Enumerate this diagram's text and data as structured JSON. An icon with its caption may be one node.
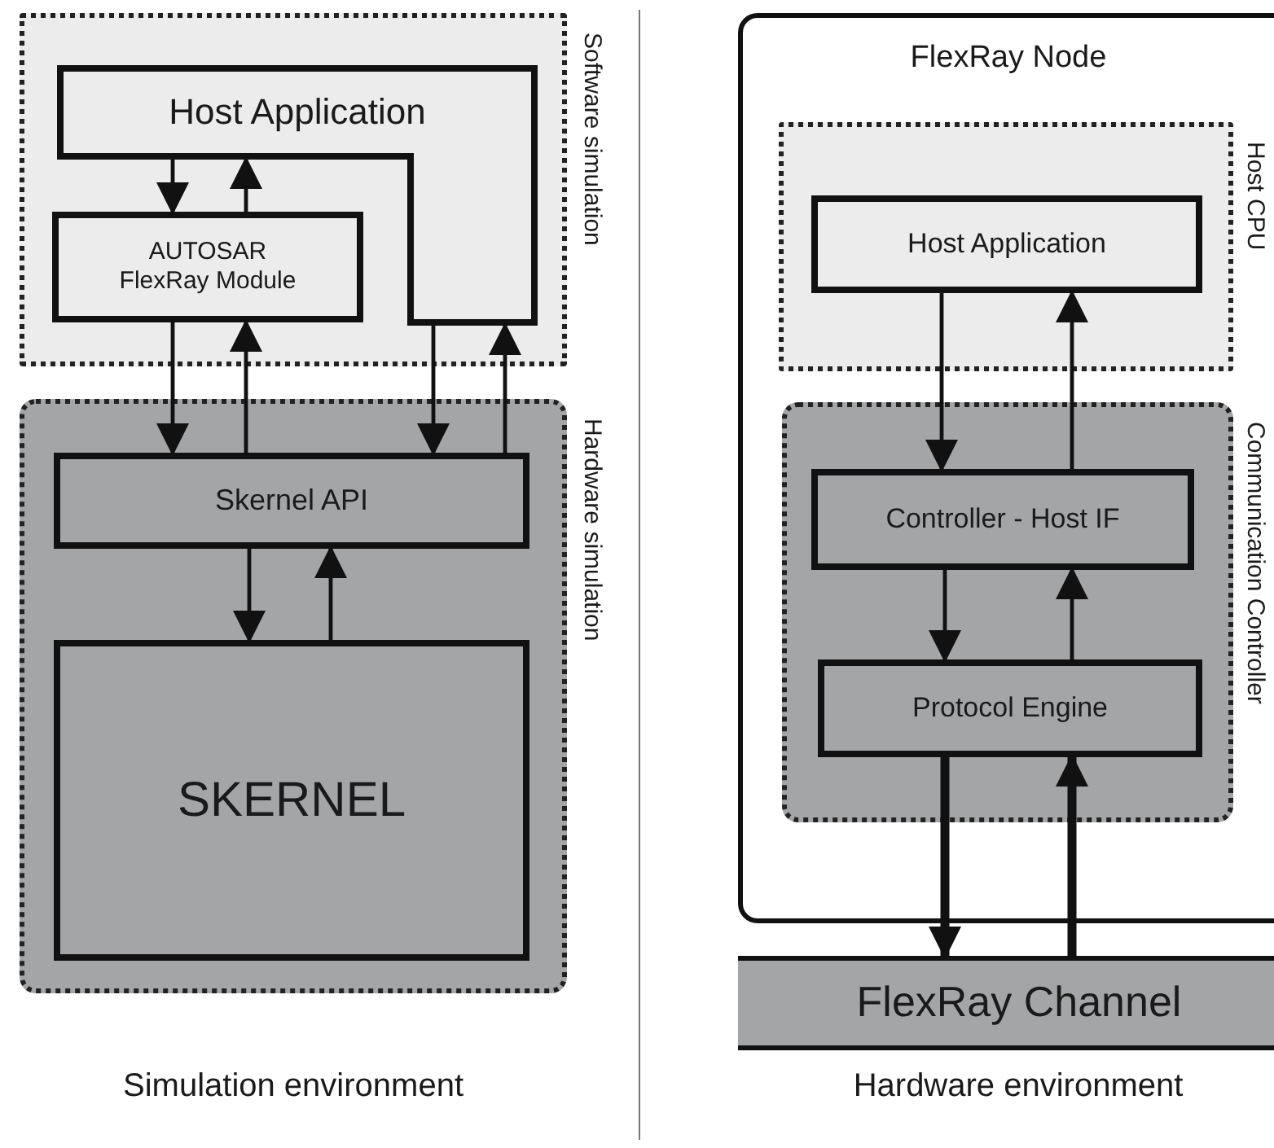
{
  "diagram": {
    "nodes": [
      {
        "text": [
          "Software simulation"
        ]
      },
      {
        "text": [
          "Host Application"
        ],
        "in": 0
      },
      {
        "text": [
          "AUTOSAR FlexRay Module"
        ],
        "in": 0
      },
      {
        "text": [
          "Hardware simulation"
        ]
      },
      {
        "text": [
          "Skernel API"
        ],
        "in": 3
      },
      {
        "text": [
          "SKERNEL"
        ],
        "in": 3
      },
      {
        "text": [
          "FlexRay Node"
        ]
      },
      {
        "text": [
          "Host CPU"
        ],
        "in": 6
      },
      {
        "text": [
          "Host Application"
        ],
        "in": 7
      },
      {
        "text": [
          "Communication Controller"
        ],
        "in": 6
      },
      {
        "text": [
          "Controller - Host IF"
        ],
        "in": 9
      },
      {
        "text": [
          "Protocol Engine"
        ],
        "in": 9
      },
      {
        "text": [
          "FlexRay Channel"
        ]
      }
    ],
    "edges": [
      {
        "from": 1,
        "to": 2,
        "arrow": "to"
      },
      {
        "from": 2,
        "to": 1,
        "arrow": "to"
      },
      {
        "from": 2,
        "to": 4,
        "arrow": "to"
      },
      {
        "from": 4,
        "to": 2,
        "arrow": "to"
      },
      {
        "from": 1,
        "to": 4,
        "arrow": "to"
      },
      {
        "from": 4,
        "to": 1,
        "arrow": "to"
      },
      {
        "from": 4,
        "to": 5,
        "arrow": "to"
      },
      {
        "from": 5,
        "to": 4,
        "arrow": "to"
      },
      {
        "from": 8,
        "to": 10,
        "arrow": "to"
      },
      {
        "from": 10,
        "to": 8,
        "arrow": "to"
      },
      {
        "from": 10,
        "to": 11,
        "arrow": "to"
      },
      {
        "from": 11,
        "to": 10,
        "arrow": "to"
      },
      {
        "from": 11,
        "to": 12,
        "arrow": "to",
        "style": "thick"
      },
      {
        "from": 12,
        "to": 11,
        "arrow": "to",
        "style": "thick"
      }
    ],
    "labels": [
      "Simulation environment",
      "Hardware environment"
    ]
  }
}
